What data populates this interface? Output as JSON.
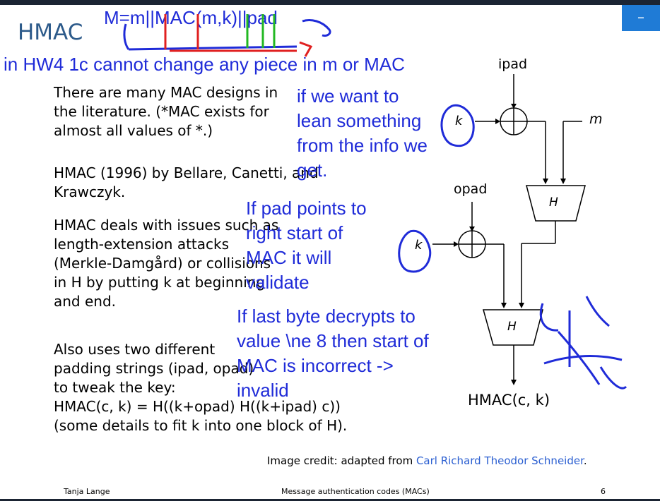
{
  "window": {
    "minimize_label": "–"
  },
  "slide": {
    "title": "HMAC",
    "handwritten_top": "M=m||MAC(m,k)||pad",
    "handwritten_line": "in HW4 1c cannot change any piece in m or MAC",
    "body": {
      "p1": "There are many MAC designs in the literature. (*MAC exists for almost all values of *.)",
      "p2": "HMAC (1996) by Bellare, Canetti, and Krawczyk.",
      "p3": "HMAC deals with issues such as length-extension attacks (Merkle-Damgård) or collisions in H by putting k at beginning and end.",
      "p4_lines": [
        "Also uses two different",
        "padding strings (ipad, opad)",
        "to tweak the key:",
        "HMAC(c, k) = H((k+opad) H((k+ipad) c))",
        "(some details to fit k into one block of H)."
      ]
    },
    "notes": {
      "n1": [
        "if we want to",
        "lean something",
        "from the info we",
        "get."
      ],
      "n2": [
        "If pad points to",
        "right start of",
        "MAC it will",
        "validate"
      ],
      "n3": [
        "If last byte decrypts to",
        "value \\ne 8 then start of",
        "MAC is incorrect ->",
        "invalid"
      ]
    },
    "diagram": {
      "ipad": "ipad",
      "opad": "opad",
      "m": "m",
      "k1": "k",
      "k2": "k",
      "H1": "H",
      "H2": "H",
      "output": "HMAC(c, k)"
    },
    "credit": {
      "prefix": "Image credit: adapted from ",
      "link": "Carl Richard Theodor Schneider",
      "suffix": "."
    },
    "footer": {
      "author": "Tanja Lange",
      "title": "Message authentication codes (MACs)",
      "page": "6"
    }
  },
  "colors": {
    "ink": "#1f2bd8",
    "title": "#2c5a8a",
    "link": "#2b5fd1",
    "bar": "#1b2433",
    "button": "#1f7bd6"
  }
}
